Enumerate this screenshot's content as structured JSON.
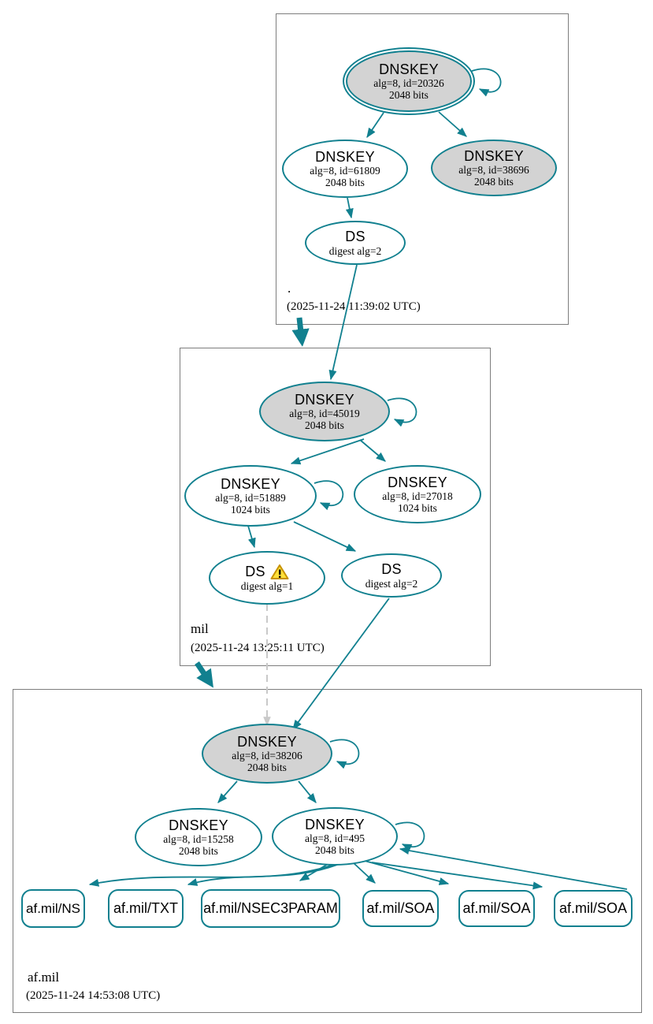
{
  "colors": {
    "secure_teal": "#11808f",
    "ksk_fill_gray": "#d3d3d3",
    "zone_border_gray": "#7d7d7d",
    "insecure_dashed_gray": "#c9c9c9",
    "warning_yellow": "#ffe03a",
    "warning_border": "#c79100"
  },
  "zones": {
    "root": {
      "name": ".",
      "timestamp": "(2025-11-24 11:39:02 UTC)",
      "nodes": {
        "ksk": {
          "title": "DNSKEY",
          "line1": "alg=8, id=20326",
          "line2": "2048 bits"
        },
        "zsk": {
          "title": "DNSKEY",
          "line1": "alg=8, id=61809",
          "line2": "2048 bits"
        },
        "key38696": {
          "title": "DNSKEY",
          "line1": "alg=8, id=38696",
          "line2": "2048 bits"
        },
        "ds": {
          "title": "DS",
          "line1": "digest alg=2"
        }
      }
    },
    "mil": {
      "name": "mil",
      "timestamp": "(2025-11-24 13:25:11 UTC)",
      "nodes": {
        "ksk": {
          "title": "DNSKEY",
          "line1": "alg=8, id=45019",
          "line2": "2048 bits"
        },
        "zsk": {
          "title": "DNSKEY",
          "line1": "alg=8, id=51889",
          "line2": "1024 bits"
        },
        "key27018": {
          "title": "DNSKEY",
          "line1": "alg=8, id=27018",
          "line2": "1024 bits"
        },
        "ds1": {
          "title": "DS",
          "line1": "digest alg=1",
          "warning_icon": "warning-triangle"
        },
        "ds2": {
          "title": "DS",
          "line1": "digest alg=2"
        }
      }
    },
    "afmil": {
      "name": "af.mil",
      "timestamp": "(2025-11-24 14:53:08 UTC)",
      "nodes": {
        "ksk": {
          "title": "DNSKEY",
          "line1": "alg=8, id=38206",
          "line2": "2048 bits"
        },
        "key15258": {
          "title": "DNSKEY",
          "line1": "alg=8, id=15258",
          "line2": "2048 bits"
        },
        "zsk": {
          "title": "DNSKEY",
          "line1": "alg=8, id=495",
          "line2": "2048 bits"
        }
      },
      "rrsets": {
        "ns": "af.mil/NS",
        "txt": "af.mil/TXT",
        "nsec3param": "af.mil/NSEC3PARAM",
        "soa1": "af.mil/SOA",
        "soa2": "af.mil/SOA",
        "soa3": "af.mil/SOA"
      }
    }
  },
  "graph_edges": [
    {
      "from": "./DNSKEY-20326",
      "to": "./DNSKEY-20326",
      "style": "self-loop"
    },
    {
      "from": "./DNSKEY-20326",
      "to": "./DNSKEY-61809",
      "style": "solid"
    },
    {
      "from": "./DNSKEY-20326",
      "to": "./DNSKEY-38696",
      "style": "solid"
    },
    {
      "from": "./DNSKEY-61809",
      "to": "./DS",
      "style": "solid"
    },
    {
      "from": "./DS",
      "to": "mil/DNSKEY-45019",
      "style": "solid"
    },
    {
      "from": ".",
      "to": "mil",
      "style": "thick-delegation"
    },
    {
      "from": "mil/DNSKEY-45019",
      "to": "mil/DNSKEY-45019",
      "style": "self-loop"
    },
    {
      "from": "mil/DNSKEY-45019",
      "to": "mil/DNSKEY-51889",
      "style": "solid"
    },
    {
      "from": "mil/DNSKEY-45019",
      "to": "mil/DNSKEY-27018",
      "style": "solid"
    },
    {
      "from": "mil/DNSKEY-51889",
      "to": "mil/DNSKEY-51889",
      "style": "self-loop"
    },
    {
      "from": "mil/DNSKEY-51889",
      "to": "mil/DS-digest-alg-1",
      "style": "solid"
    },
    {
      "from": "mil/DNSKEY-51889",
      "to": "mil/DS-digest-alg-2",
      "style": "solid"
    },
    {
      "from": "mil/DS-digest-alg-1",
      "to": "af.mil/DNSKEY-38206",
      "style": "dashed-gray"
    },
    {
      "from": "mil/DS-digest-alg-2",
      "to": "af.mil/DNSKEY-38206",
      "style": "solid"
    },
    {
      "from": "mil",
      "to": "af.mil",
      "style": "thick-delegation"
    },
    {
      "from": "af.mil/DNSKEY-38206",
      "to": "af.mil/DNSKEY-38206",
      "style": "self-loop"
    },
    {
      "from": "af.mil/DNSKEY-38206",
      "to": "af.mil/DNSKEY-15258",
      "style": "solid"
    },
    {
      "from": "af.mil/DNSKEY-38206",
      "to": "af.mil/DNSKEY-495",
      "style": "solid"
    },
    {
      "from": "af.mil/DNSKEY-495",
      "to": "af.mil/DNSKEY-495",
      "style": "self-loop"
    },
    {
      "from": "af.mil/DNSKEY-495",
      "to": "af.mil/NS",
      "style": "solid"
    },
    {
      "from": "af.mil/DNSKEY-495",
      "to": "af.mil/TXT",
      "style": "solid"
    },
    {
      "from": "af.mil/DNSKEY-495",
      "to": "af.mil/NSEC3PARAM",
      "style": "solid"
    },
    {
      "from": "af.mil/DNSKEY-495",
      "to": "af.mil/SOA-1",
      "style": "solid"
    },
    {
      "from": "af.mil/DNSKEY-495",
      "to": "af.mil/SOA-2",
      "style": "solid"
    },
    {
      "from": "af.mil/DNSKEY-495",
      "to": "af.mil/SOA-3",
      "style": "solid"
    },
    {
      "from": "af.mil/SOA-3",
      "to": "af.mil/DNSKEY-495",
      "style": "solid"
    }
  ]
}
